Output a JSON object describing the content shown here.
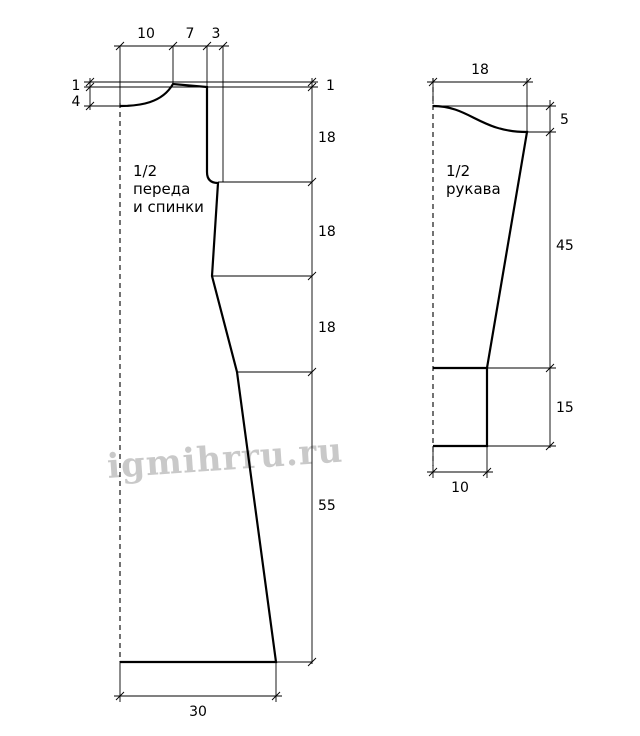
{
  "watermark": "igmihrru.ru",
  "body_piece": {
    "label_line1": "1/2",
    "label_line2": "переда",
    "label_line3": "и спинки",
    "dims": {
      "top_w1": "10",
      "top_w2": "7",
      "top_w3": "3",
      "left_1": "1",
      "left_4": "4",
      "right_1": "1",
      "h1": "18",
      "h2": "18",
      "h3": "18",
      "h4": "55",
      "bottom_w": "30"
    }
  },
  "sleeve_piece": {
    "label_line1": "1/2",
    "label_line2": "рукава",
    "dims": {
      "top_w": "18",
      "cap_h": "5",
      "h_main": "45",
      "h_cuff": "15",
      "bottom_w": "10"
    }
  }
}
